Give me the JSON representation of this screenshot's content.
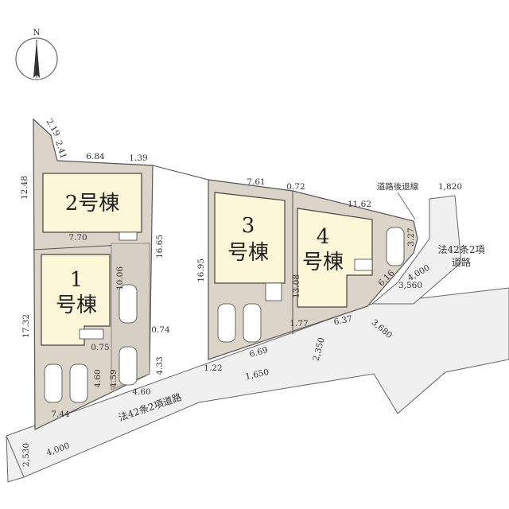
{
  "compass": {
    "letter": "N"
  },
  "colors": {
    "lot": "#dcd4c8",
    "house": "#fdf6d8",
    "road": "#eeeeee",
    "line": "#555555"
  },
  "houses": {
    "h1": {
      "line1": "1",
      "line2": "号棟"
    },
    "h2": {
      "line1": "2号棟"
    },
    "h3": {
      "line1": "3",
      "line2": "号棟"
    },
    "h4": {
      "line1": "4",
      "line2": "号棟"
    }
  },
  "roads": {
    "main": "法42条2項道路",
    "right_line1": "法42条2項",
    "right_line2": "道路",
    "setback": "道路後退線"
  },
  "dims": {
    "d_2_19": "2.19",
    "d_2_41": "2.41",
    "d_6_84": "6.84",
    "d_1_39": "1.39",
    "d_12_48": "12.48",
    "d_7_70": "7.70",
    "d_16_65": "16.65",
    "d_17_32": "17.32",
    "d_10_06": "10.06",
    "d_0_74": "0.74",
    "d_0_75": "0.75",
    "d_4_33": "4.33",
    "d_4_60a": "4.60",
    "d_4_59": "4.59",
    "d_4_60b": "4.60",
    "d_7_44": "7.44",
    "d_2_530": "2,530",
    "d_4_000a": "4,000",
    "d_7_61": "7.61",
    "d_0_72": "0.72",
    "d_11_62": "11.62",
    "d_1_820": "1,820",
    "d_16_95": "16.95",
    "d_13_08": "13.08",
    "d_3_27": "3.27",
    "d_6_16": "6.16",
    "d_4_000b": "4,000",
    "d_3_560": "3,560",
    "d_1_77": "1.77",
    "d_6_37": "6.37",
    "d_3_680": "3,680",
    "d_1_22": "1.22",
    "d_6_69": "6.69",
    "d_2_350": "2,350",
    "d_1_650": "1,650"
  }
}
